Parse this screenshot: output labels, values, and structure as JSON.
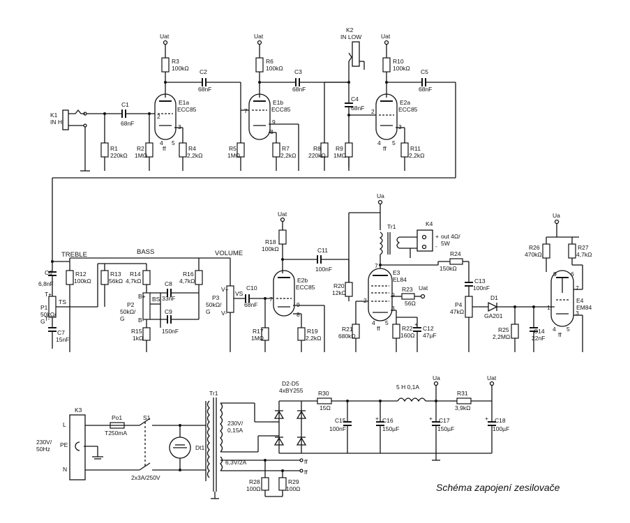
{
  "caption": "Schéma zapojení zesilovače",
  "supply": {
    "uat": "Uat",
    "ua": "Ua"
  },
  "resistors": [
    {
      "ref": "R1",
      "val": "220kΩ"
    },
    {
      "ref": "R2",
      "val": "1MΩ"
    },
    {
      "ref": "R3",
      "val": "100kΩ"
    },
    {
      "ref": "R4",
      "val": "2,2kΩ"
    },
    {
      "ref": "R5",
      "val": "1MΩ"
    },
    {
      "ref": "R6",
      "val": "100kΩ"
    },
    {
      "ref": "R7",
      "val": "2,2kΩ"
    },
    {
      "ref": "R8",
      "val": "220kΩ"
    },
    {
      "ref": "R9",
      "val": "1MΩ"
    },
    {
      "ref": "R10",
      "val": "100kΩ"
    },
    {
      "ref": "R11",
      "val": "2,2kΩ"
    },
    {
      "ref": "R12",
      "val": "100kΩ"
    },
    {
      "ref": "R13",
      "val": "56kΩ"
    },
    {
      "ref": "R14",
      "val": "4,7kΩ"
    },
    {
      "ref": "R15",
      "val": "1kΩ"
    },
    {
      "ref": "R16",
      "val": "4,7kΩ"
    },
    {
      "ref": "R17",
      "val": "1MΩ"
    },
    {
      "ref": "R18",
      "val": "100kΩ"
    },
    {
      "ref": "R19",
      "val": "2,2kΩ"
    },
    {
      "ref": "R20",
      "val": "12kΩ"
    },
    {
      "ref": "R21",
      "val": "680kΩ"
    },
    {
      "ref": "R22",
      "val": "160Ω"
    },
    {
      "ref": "R23",
      "val": "56Ω"
    },
    {
      "ref": "R24",
      "val": "150kΩ"
    },
    {
      "ref": "R25",
      "val": "2,2MΩ"
    },
    {
      "ref": "R26",
      "val": "470kΩ"
    },
    {
      "ref": "R27",
      "val": "4,7kΩ"
    },
    {
      "ref": "R28",
      "val": "100Ω"
    },
    {
      "ref": "R29",
      "val": "100Ω"
    },
    {
      "ref": "R30",
      "val": "15Ω"
    },
    {
      "ref": "R31",
      "val": "3,9kΩ"
    }
  ],
  "capacitors": [
    {
      "ref": "C1",
      "val": "68nF"
    },
    {
      "ref": "C2",
      "val": "68nF"
    },
    {
      "ref": "C3",
      "val": "68nF"
    },
    {
      "ref": "C4",
      "val": "68nF"
    },
    {
      "ref": "C5",
      "val": "68nF"
    },
    {
      "ref": "C6",
      "val": "6,8nF"
    },
    {
      "ref": "C7",
      "val": "15nF"
    },
    {
      "ref": "C8",
      "val": "33nF"
    },
    {
      "ref": "C9",
      "val": "150nF"
    },
    {
      "ref": "C10",
      "val": "68nF"
    },
    {
      "ref": "C11",
      "val": "100nF"
    },
    {
      "ref": "C12",
      "val": "47µF"
    },
    {
      "ref": "C13",
      "val": "100nF"
    },
    {
      "ref": "C14",
      "val": "22nF"
    },
    {
      "ref": "C15",
      "val": "100nF"
    },
    {
      "ref": "C16",
      "val": "150µF"
    },
    {
      "ref": "C17",
      "val": "150µF"
    },
    {
      "ref": "C18",
      "val": "100µF"
    }
  ],
  "tubes": [
    {
      "ref": "E1a",
      "type": "ECC85"
    },
    {
      "ref": "E1b",
      "type": "ECC85"
    },
    {
      "ref": "E2a",
      "type": "ECC85"
    },
    {
      "ref": "E2b",
      "type": "ECC85"
    },
    {
      "ref": "E3",
      "type": "EL84"
    },
    {
      "ref": "E4",
      "type": "EM84"
    }
  ],
  "pots": [
    {
      "ref": "P1",
      "val": "50kΩ/",
      "law": "G",
      "name": "TREBLE",
      "tag": "TS"
    },
    {
      "ref": "P2",
      "val": "50kΩ/",
      "law": "G",
      "name": "BASS",
      "tag": "BS"
    },
    {
      "ref": "P3",
      "val": "50kΩ/",
      "law": "G",
      "name": "VOLUME",
      "tag": "VS"
    },
    {
      "ref": "P4",
      "val": "47kΩ"
    }
  ],
  "connectors": {
    "k1": {
      "ref": "K1",
      "label": "IN HI"
    },
    "k2": {
      "ref": "K2",
      "label": "IN LOW"
    },
    "k3": {
      "ref": "K3",
      "pins": [
        "L",
        "PE",
        "N"
      ]
    },
    "k4": {
      "ref": "K4",
      "label": "out 4Ω/",
      "label2": "5W"
    }
  },
  "power": {
    "mains": "230V/",
    "mains2": "50Hz",
    "fuse": {
      "ref": "Po1",
      "val": "T250mA"
    },
    "switch": {
      "ref": "S1",
      "val": "2x3A/250V"
    },
    "lamp": "Dt1",
    "tr": "Tr1",
    "sec1": "230V/",
    "sec1b": "0,15A",
    "sec2": "6,3V/2A",
    "ff": "ff",
    "diodes": "D2-D5",
    "diodes_type": "4xBY255",
    "choke": "5 H  0,1A"
  },
  "d1": {
    "ref": "D1",
    "type": "GA201"
  },
  "misc": {
    "tr1": "Tr1",
    "plus": "+",
    "minus": "-",
    "vplus": "V+",
    "vminus": "V-",
    "tplus": "T+",
    "tminus": "T-",
    "bplus": "B+",
    "bminus": "B-"
  }
}
